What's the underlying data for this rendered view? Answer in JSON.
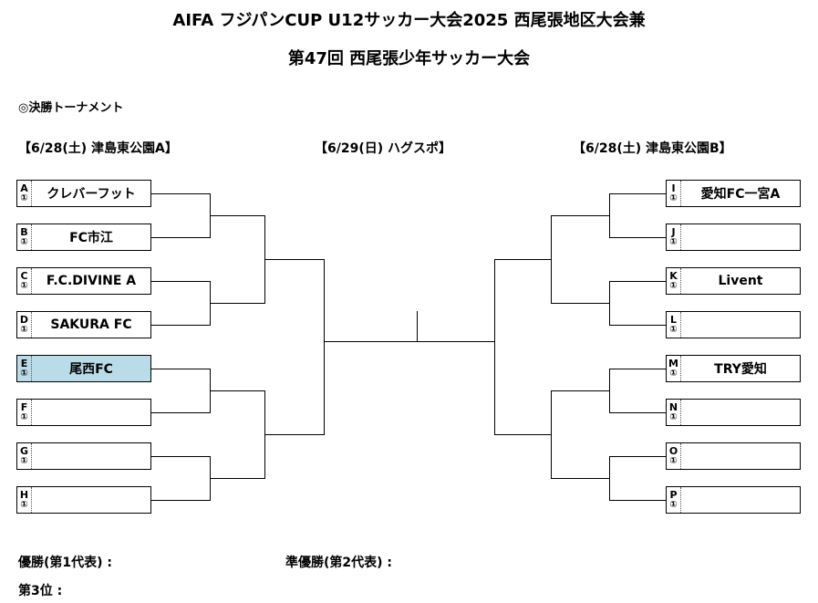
{
  "title_line1": "AIFA フジパンCUP U12サッカー大会2025 西尾張地区大会兼",
  "title_line2": "第47回 西尾張少年サッカー大会",
  "subtitle": "◎決勝トーナメント",
  "venues": {
    "left": "【6/28(土) 津島東公園A】",
    "center": "【6/29(日) ハグスポ】",
    "right": "【6/28(土) 津島東公園B】"
  },
  "left_slots": [
    {
      "letter": "A",
      "seed": "1",
      "team": "クレバーフット",
      "highlighted": false
    },
    {
      "letter": "B",
      "seed": "1",
      "team": "FC市江",
      "highlighted": false
    },
    {
      "letter": "C",
      "seed": "1",
      "team": "F.C.DIVINE A",
      "highlighted": false
    },
    {
      "letter": "D",
      "seed": "1",
      "team": "SAKURA FC",
      "highlighted": false
    },
    {
      "letter": "E",
      "seed": "1",
      "team": "尾西FC",
      "highlighted": true
    },
    {
      "letter": "F",
      "seed": "1",
      "team": "",
      "highlighted": false
    },
    {
      "letter": "G",
      "seed": "1",
      "team": "",
      "highlighted": false
    },
    {
      "letter": "H",
      "seed": "1",
      "team": "",
      "highlighted": false
    }
  ],
  "right_slots": [
    {
      "letter": "I",
      "seed": "1",
      "team": "愛知FC一宮A",
      "highlighted": false
    },
    {
      "letter": "J",
      "seed": "1",
      "team": "",
      "highlighted": false
    },
    {
      "letter": "K",
      "seed": "1",
      "team": "Livent",
      "highlighted": false
    },
    {
      "letter": "L",
      "seed": "1",
      "team": "",
      "highlighted": false
    },
    {
      "letter": "M",
      "seed": "1",
      "team": "TRY愛知",
      "highlighted": false
    },
    {
      "letter": "N",
      "seed": "1",
      "team": "",
      "highlighted": false
    },
    {
      "letter": "O",
      "seed": "1",
      "team": "",
      "highlighted": false
    },
    {
      "letter": "P",
      "seed": "1",
      "team": "",
      "highlighted": false
    }
  ],
  "results": {
    "winner_label": "優勝(第1代表) :",
    "runner_up_label": "準優勝(第2代表) :",
    "third_label": "第3位 :"
  },
  "colors": {
    "highlight": "#b9dce8",
    "line": "#000000"
  }
}
